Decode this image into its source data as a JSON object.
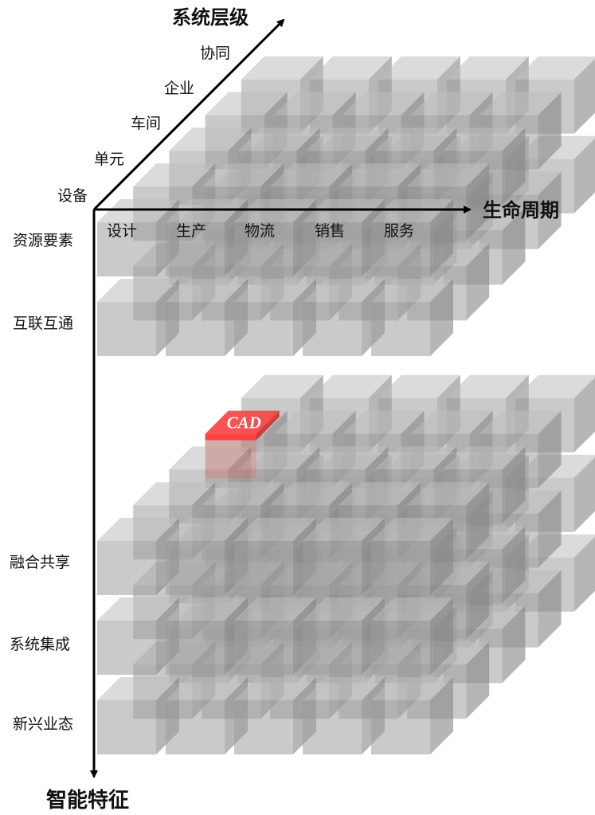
{
  "axes": {
    "vertical": "系统层级",
    "horizontal": "生命周期",
    "down": "智能特征"
  },
  "system_levels": [
    "设备",
    "单元",
    "车间",
    "企业",
    "协同"
  ],
  "lifecycle": [
    "设计",
    "生产",
    "物流",
    "销售",
    "服务"
  ],
  "features": [
    "资源要素",
    "互联互通",
    "融合共享",
    "系统集成",
    "新兴业态"
  ],
  "highlight": {
    "label": "CAD",
    "feature": "融合共享",
    "lifecycle": "设计",
    "system_level": "企业",
    "color": "#ff3b3b"
  },
  "colors": {
    "cube_front": "#9e9e9e",
    "cube_top": "#bdbdbd",
    "cube_side": "#858585",
    "axis": "#000000"
  }
}
